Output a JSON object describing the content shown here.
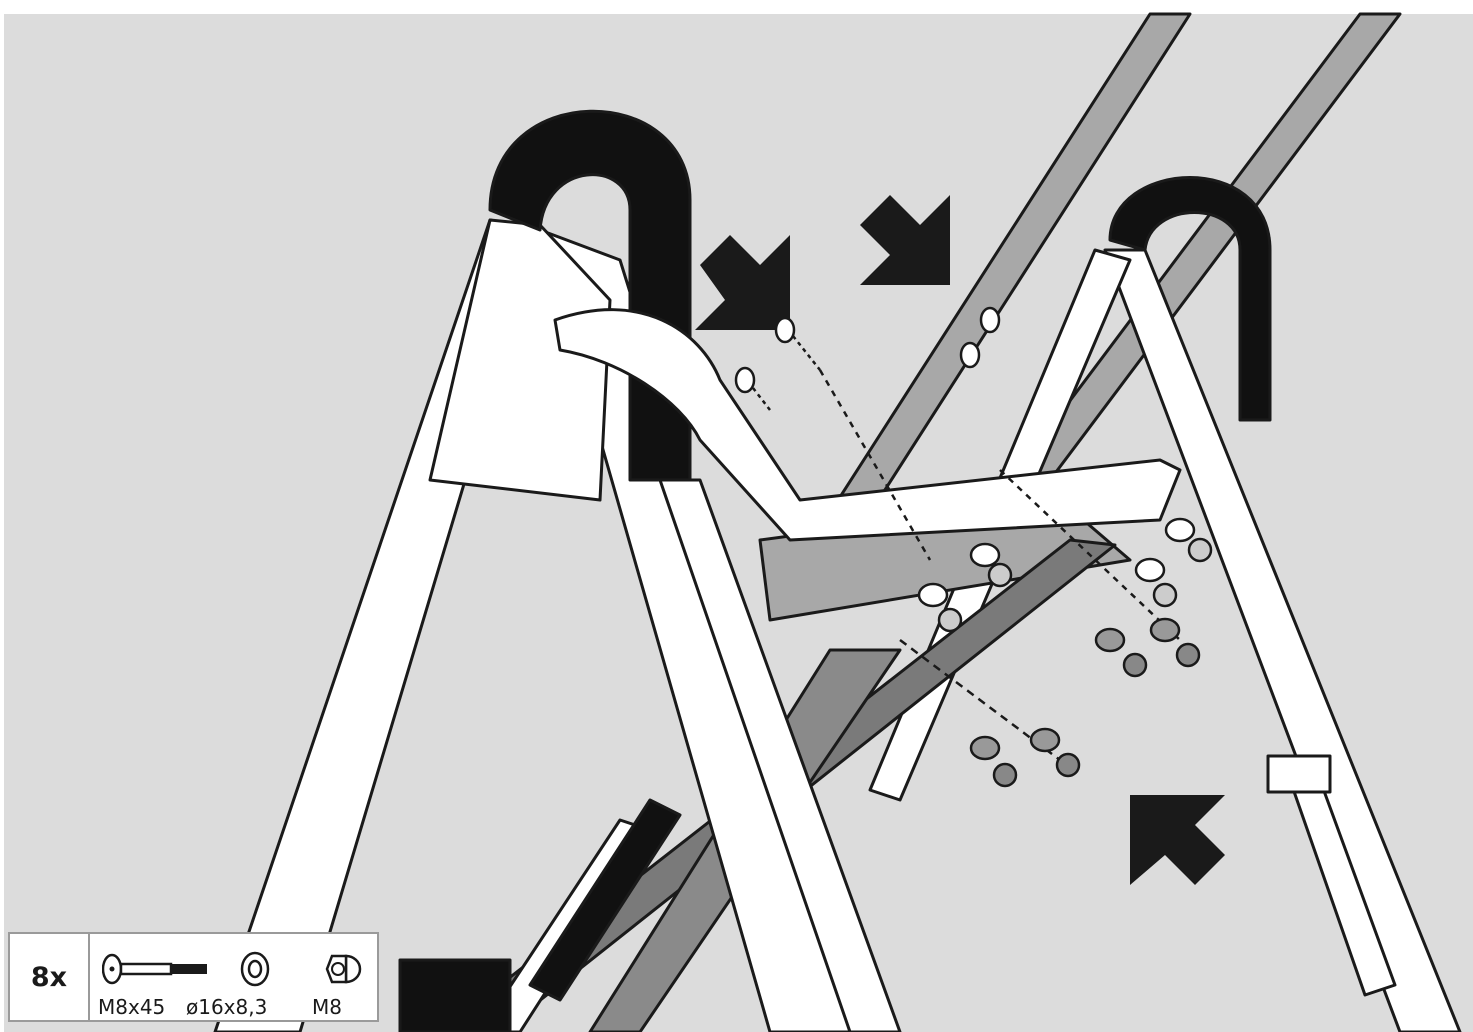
{
  "parts_box": {
    "quantity": "8x",
    "bolt": {
      "icon": "bolt-icon",
      "label": "M8x45"
    },
    "washer": {
      "icon": "washer-icon",
      "label": "ø16x8,3"
    },
    "nut": {
      "icon": "cap-nut-icon",
      "label": "M8"
    }
  },
  "colors": {
    "background": "#dcdcdc",
    "frame_white": "#ffffff",
    "tube_gray": "#a6a6a6",
    "dark_gray": "#7a7a7a",
    "foam_black": "#111111",
    "outline": "#1a1a1a"
  },
  "arrows": [
    "arrow-down-right",
    "arrow-down-right",
    "arrow-up-left"
  ]
}
